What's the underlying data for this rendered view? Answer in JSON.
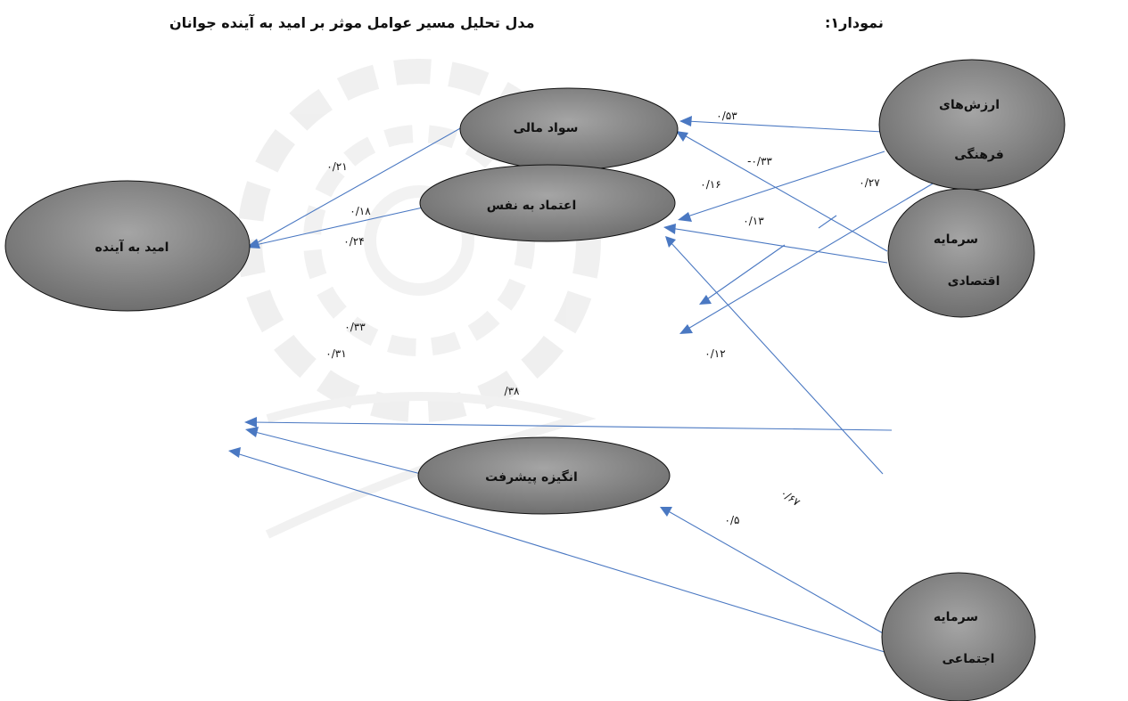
{
  "header": {
    "figure_label": "نمودار۱:",
    "title": "مدل تحلیل مسیر عوامل موثر بر امید به آینده جوانان"
  },
  "nodes": {
    "cultural_values": {
      "line1": "ارزش‌های",
      "line2": "فرهنگی"
    },
    "economic_capital": {
      "line1": "سرمایه",
      "line2": "اقتصادی"
    },
    "social_capital": {
      "line1": "سرمایه",
      "line2": "اجتماعی"
    },
    "financial_literacy": {
      "label": "سواد مالی"
    },
    "self_confidence": {
      "label": "اعتماد به نفس"
    },
    "achievement_motivation": {
      "label": "انگیزه پیشرفت"
    },
    "hope_future": {
      "label": "امید به آینده"
    }
  },
  "coefficients": {
    "c053": "۰/۵۳",
    "cneg033": "-۰/۳۳",
    "c016": "۰/۱۶",
    "c027": "۰/۲۷",
    "c013": "۰/۱۳",
    "c012": "۰/۱۲",
    "c021": "۰/۲۱",
    "c018": "۰/۱۸",
    "c024": "۰/۲۴",
    "c033": "۰/۳۳",
    "c031": "۰/۳۱",
    "c38": "/۳۸",
    "c067": "۰/۶۷",
    "c05": "۰/۵"
  },
  "colors": {
    "edge": "#4a78c2",
    "node_fill_dark": "#7a7a7a",
    "node_fill_light": "#9b9b9b",
    "watermark": "#d9d9d9"
  }
}
